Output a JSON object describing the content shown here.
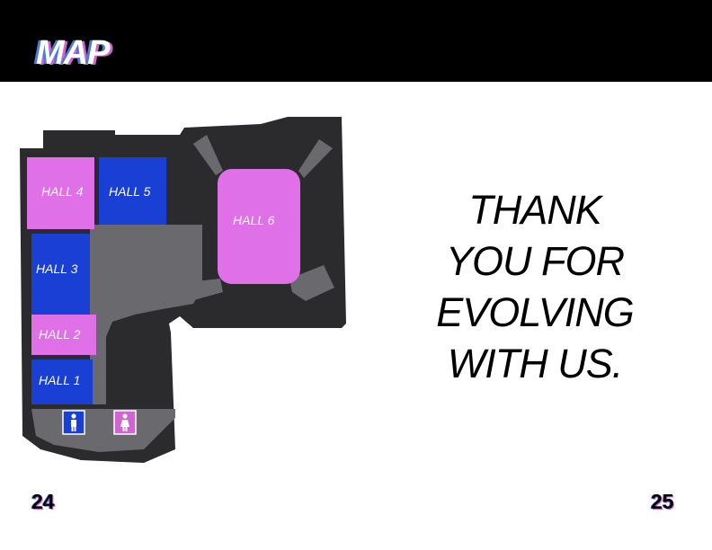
{
  "header": {
    "title": "MAP"
  },
  "map": {
    "halls": [
      {
        "id": "hall-4",
        "label": "HALL 4",
        "color": "#e070e8"
      },
      {
        "id": "hall-5",
        "label": "HALL 5",
        "color": "#1a3fd4"
      },
      {
        "id": "hall-3",
        "label": "HALL 3",
        "color": "#1a3fd4"
      },
      {
        "id": "hall-2",
        "label": "HALL 2",
        "color": "#e070e8"
      },
      {
        "id": "hall-1",
        "label": "HALL 1",
        "color": "#1a3fd4"
      },
      {
        "id": "hall-6",
        "label": "HALL 6",
        "color": "#e070e8"
      }
    ],
    "restrooms": [
      {
        "icon": "men-restroom-icon",
        "color": "#1a3fd4"
      },
      {
        "icon": "women-restroom-icon",
        "color": "#d264d2"
      }
    ],
    "building_color": "#2b2b2e",
    "corridor_color": "#6a6a6e"
  },
  "message": {
    "lines": [
      "THANK",
      "YOU FOR",
      "EVOLVING",
      "WITH US."
    ]
  },
  "pages": {
    "left": "24",
    "right": "25"
  }
}
